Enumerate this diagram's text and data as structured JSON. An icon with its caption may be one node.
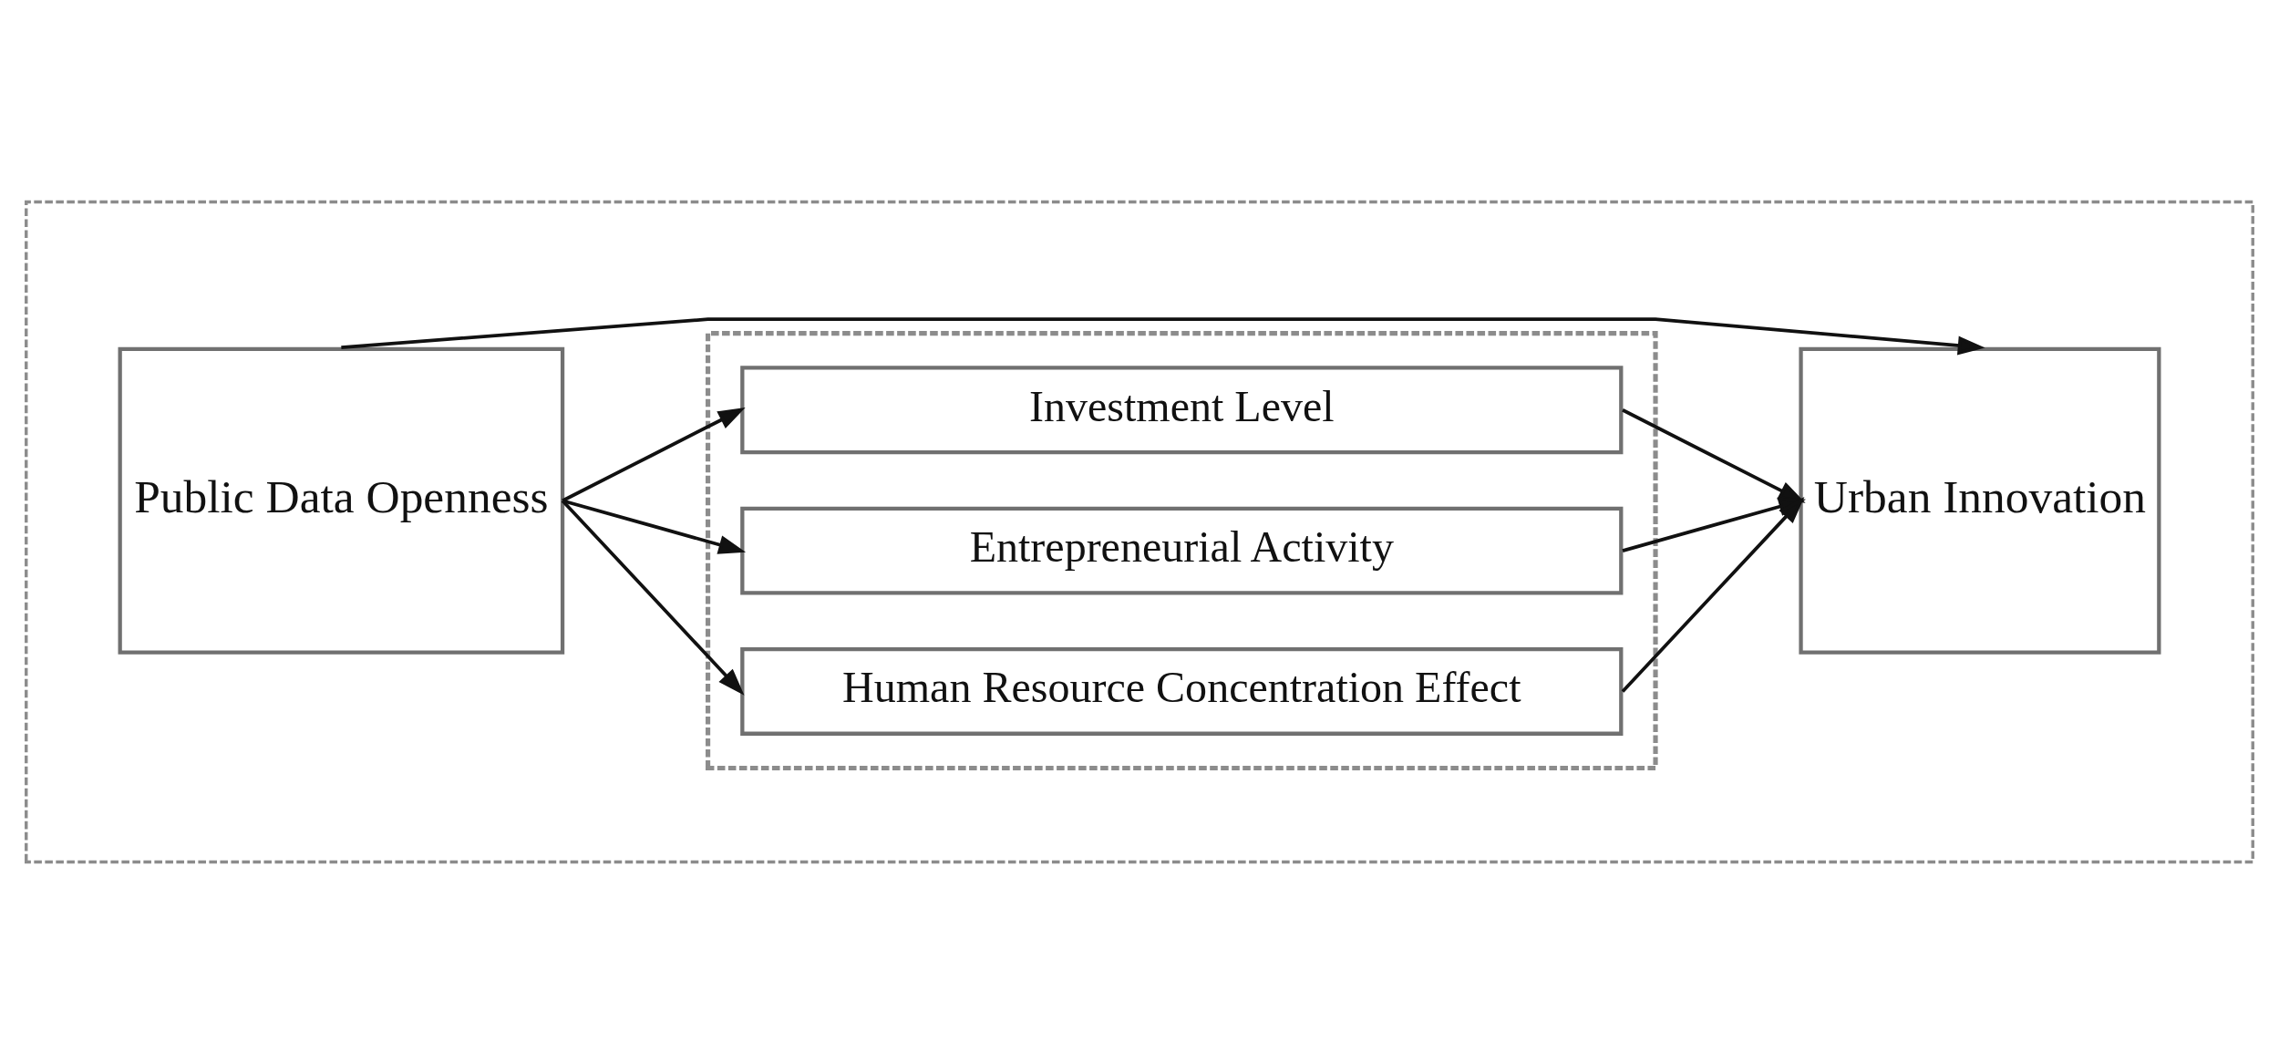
{
  "diagram": {
    "nodes": [
      {
        "text": [],
        "shape": "box"
      },
      {
        "text": [
          "Public Data Openness"
        ],
        "in": 0
      },
      {
        "text": [],
        "shape": "box",
        "in": 0
      },
      {
        "text": [
          "Investment Level"
        ],
        "in": 2
      },
      {
        "text": [
          "Entrepreneurial Activity"
        ],
        "in": 2
      },
      {
        "text": [
          "Human Resource Concentration Effect"
        ],
        "in": 2
      },
      {
        "text": [
          "Urban Innovation"
        ],
        "in": 0
      }
    ],
    "edges": [
      {
        "from": 1,
        "to": 6,
        "arrow": "to"
      },
      {
        "from": 1,
        "to": 3,
        "arrow": "to"
      },
      {
        "from": 1,
        "to": 4,
        "arrow": "to"
      },
      {
        "from": 1,
        "to": 5,
        "arrow": "to"
      },
      {
        "from": 3,
        "to": 6,
        "arrow": "to"
      },
      {
        "from": 4,
        "to": 6,
        "arrow": "to"
      },
      {
        "from": 5,
        "to": 6,
        "arrow": "to"
      }
    ]
  }
}
